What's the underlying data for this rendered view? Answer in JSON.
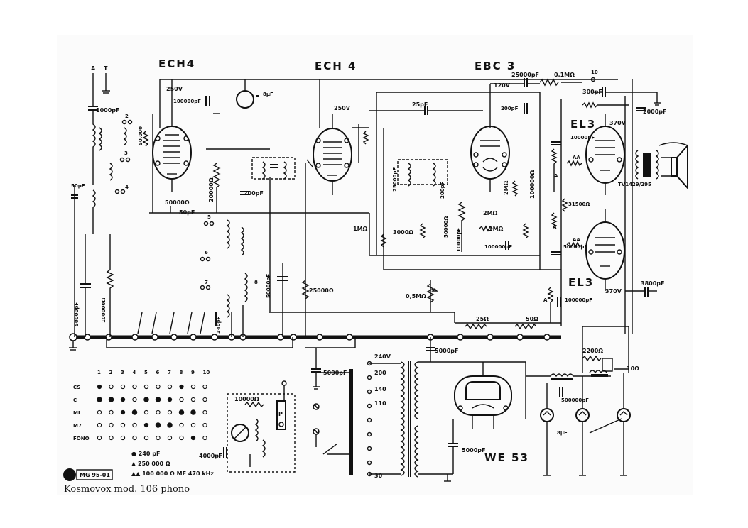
{
  "caption": "Kosmovox mod. 106 phono",
  "tubes": {
    "ech4_1": "ECH4",
    "ech4_2": "ECH 4",
    "ebc3": "EBC 3",
    "el3_top": "EL3",
    "el3_bottom": "EL3",
    "we53": "WE 53"
  },
  "terminals": {
    "antenna": "A",
    "earth": "T"
  },
  "values": {
    "c_1000pf": "1000pF",
    "c_50pf_left": "50pF",
    "r_250v_1": "250V",
    "c_100000pf_top": "100000pF",
    "c_8uf_top": "8µF",
    "r_50k": "50000Ω",
    "c_50pf_mid": "50pF",
    "r_20000": "20000Ω",
    "c_200pf": "200pF",
    "r_250v_2": "250V",
    "c_25pf": "25pF",
    "c_25000pf": "25000pF",
    "r_0_1m": "0,1MΩ",
    "v_120v": "120V",
    "c_200pf_right": "200pF",
    "c_300pf": "300pF",
    "c_2000pf": "2000pF",
    "c_10000pf": "10000pF",
    "v_370v_top": "370V",
    "transformer": "TV1429/295",
    "r_31500": "31500Ω",
    "c_50000pf": "50000pF",
    "c_100000pf_el3": "100000pF",
    "v_370v_bottom": "370V",
    "c_3800pf": "3800pF",
    "r_1m": "1MΩ",
    "r_3000": "3000Ω",
    "r_50000": "50000Ω",
    "c_10000pf_mid": "10000pF",
    "r_2m": "2MΩ",
    "r_1m_b": "1MΩ",
    "c_100000pf_mid": "100000pF",
    "r_100000": "100000Ω",
    "r_2m_b": "2MΩ",
    "r_25000": "25000Ω",
    "pot_0_5m": "0,5MΩ",
    "r_25": "25Ω",
    "r_50": "50Ω",
    "c_50000pf_left": "50000pF",
    "r_100000_left": "100000Ω",
    "c_50000pf_v": "50000pF",
    "c_340pf": "340pF",
    "c_5000pf_bus": "5000pF",
    "c_5000pf_sw": "5000pF",
    "c_5000pf_bottom": "5000pF",
    "r_2200": "2200Ω",
    "r_10": "10Ω",
    "c_500000pf": "500000pF",
    "c_8uf": "8µF",
    "r_10000": "10000Ω",
    "c_4000pf": "4000pF",
    "tap_240v": "240V",
    "tap_200": "200",
    "tap_140": "140",
    "tap_110": "110",
    "tap_30": "30",
    "sw_p": "P"
  },
  "switch_table": {
    "columns": [
      "1",
      "2",
      "3",
      "4",
      "5",
      "6",
      "7",
      "8",
      "9",
      "10"
    ],
    "rows": [
      "CS",
      "C",
      "ML",
      "M7",
      "FONO"
    ]
  },
  "legend": [
    "● 240 pF",
    "▲ 250 000 Ω",
    "▲▲ 100 000 Ω  MF 470 kHz"
  ],
  "stamp": "MG 95-01"
}
